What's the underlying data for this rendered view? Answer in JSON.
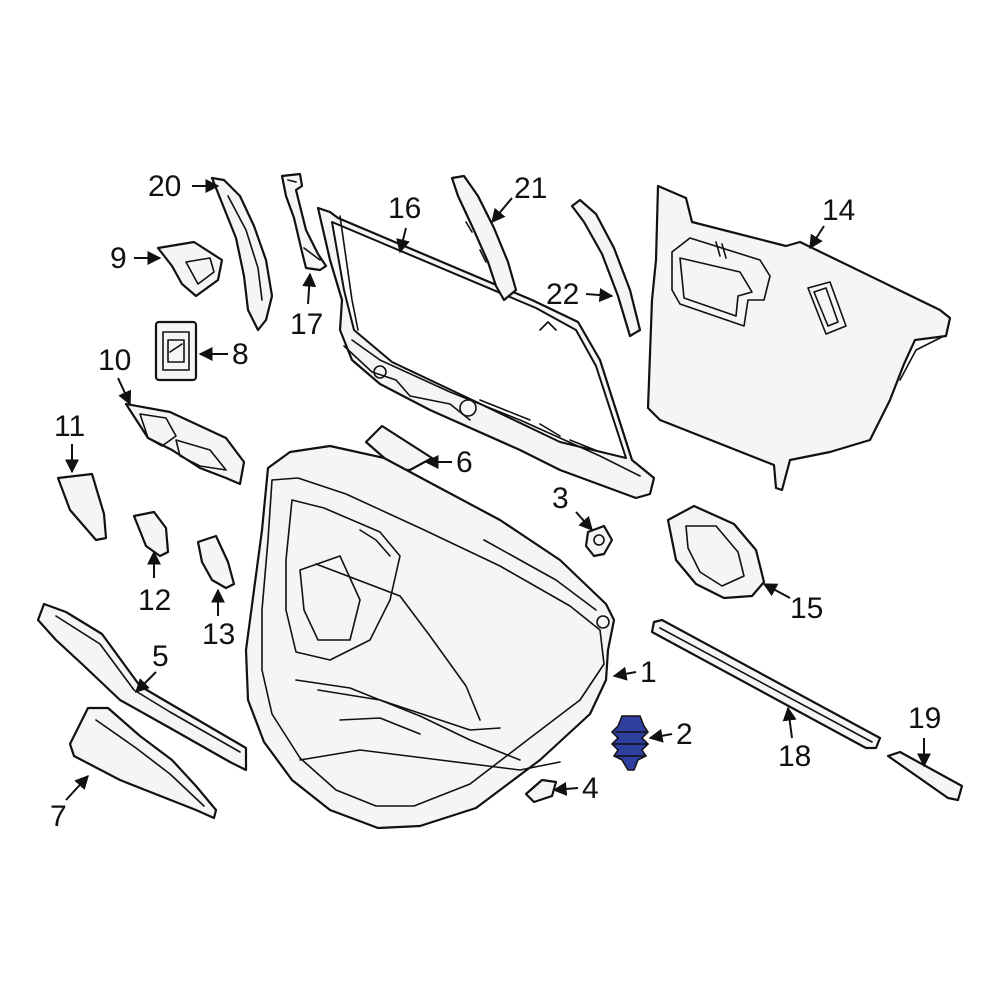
{
  "diagram": {
    "highlight_color": "#2f3f9e",
    "line_color": "#111111",
    "background": "#ffffff",
    "callouts": [
      {
        "id": "1",
        "label": "1"
      },
      {
        "id": "2",
        "label": "2",
        "highlighted": true
      },
      {
        "id": "3",
        "label": "3"
      },
      {
        "id": "4",
        "label": "4"
      },
      {
        "id": "5",
        "label": "5"
      },
      {
        "id": "6",
        "label": "6"
      },
      {
        "id": "7",
        "label": "7"
      },
      {
        "id": "8",
        "label": "8"
      },
      {
        "id": "9",
        "label": "9"
      },
      {
        "id": "10",
        "label": "10"
      },
      {
        "id": "11",
        "label": "11"
      },
      {
        "id": "12",
        "label": "12"
      },
      {
        "id": "13",
        "label": "13"
      },
      {
        "id": "14",
        "label": "14"
      },
      {
        "id": "15",
        "label": "15"
      },
      {
        "id": "16",
        "label": "16"
      },
      {
        "id": "17",
        "label": "17"
      },
      {
        "id": "18",
        "label": "18"
      },
      {
        "id": "19",
        "label": "19"
      },
      {
        "id": "20",
        "label": "20"
      },
      {
        "id": "21",
        "label": "21"
      },
      {
        "id": "22",
        "label": "22"
      }
    ]
  }
}
